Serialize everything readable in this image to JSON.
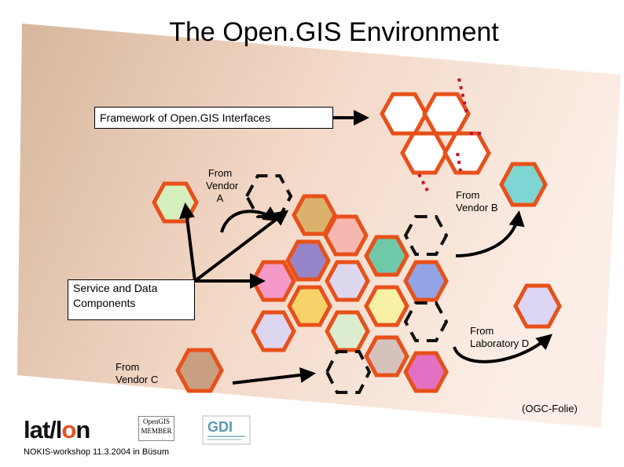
{
  "title": "The Open.GIS Environment",
  "framework_label": "Framework of Open.GIS Interfaces",
  "service_label": [
    "Service and Data",
    "Components"
  ],
  "vendor_a": [
    "From",
    "Vendor",
    "A"
  ],
  "vendor_b": [
    "From",
    "Vendor B"
  ],
  "vendor_c": [
    "From",
    "Vendor C"
  ],
  "laboratory_d": [
    "From",
    "Laboratory D"
  ],
  "source_note": "(OGC-Folie)",
  "footer": "NOKIS-workshop 11.3.2004 in Büsum",
  "logo": {
    "part1": "lat/l",
    "part2": "o",
    "part3": "n"
  },
  "ogis_logo": [
    "OpenGIS",
    "MEMBER"
  ],
  "colors": {
    "hex_border": "#e8501a",
    "background_band": "#f2c9ae",
    "arrow": "#000000"
  }
}
